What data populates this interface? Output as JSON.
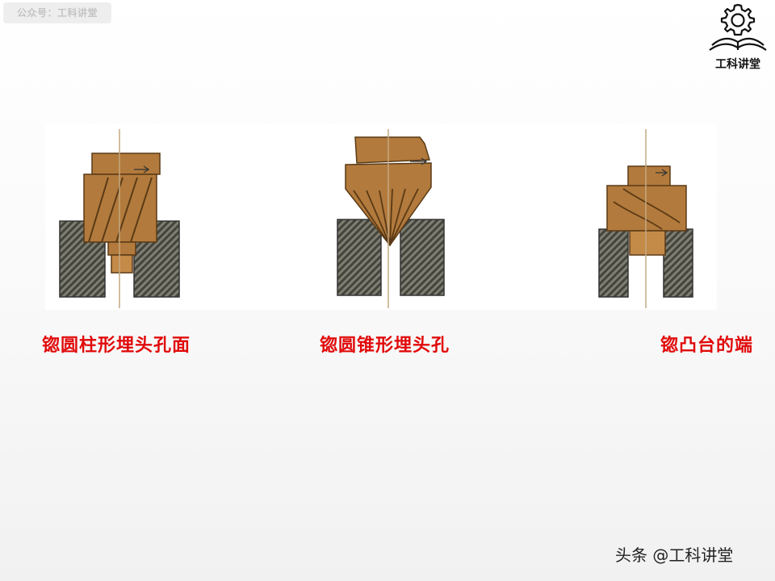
{
  "watermark": {
    "badge_text": "公众号：工科讲堂"
  },
  "logo": {
    "text": "工科讲堂"
  },
  "captions": [
    {
      "text": "锪圆柱形埋头孔面"
    },
    {
      "text": "锪圆锥形埋头孔"
    },
    {
      "text": "锪凸台的端"
    }
  ],
  "footer": {
    "text": "头条 @工科讲堂"
  },
  "colors": {
    "caption": "#e10a0a",
    "tool_bronze": "#b27a3c",
    "workpiece_hatch": "#5a5a52",
    "centerline": "#c4a880"
  }
}
